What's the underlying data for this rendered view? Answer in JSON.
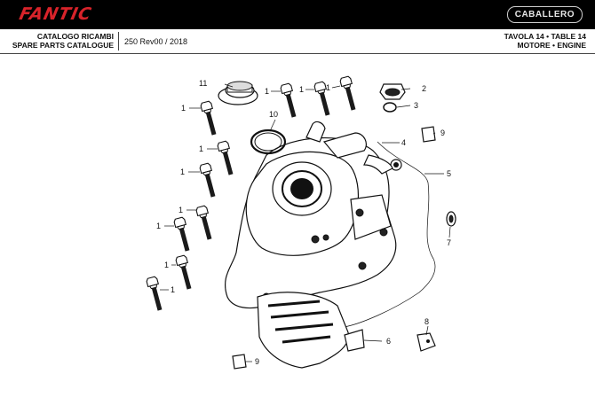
{
  "header": {
    "brand": "FANTIC",
    "model_badge": "CABALLERO",
    "catalog_it": "CATALOGO RICAMBI",
    "catalog_en": "SPARE PARTS CATALOGUE",
    "model_rev": "250 Rev00 / 2018",
    "table_label": "TAVOLA 14 • TABLE 14",
    "section_label": "MOTORE • ENGINE"
  },
  "callouts": [
    "1",
    "2",
    "3",
    "4",
    "5",
    "6",
    "7",
    "8",
    "9",
    "10",
    "11"
  ]
}
